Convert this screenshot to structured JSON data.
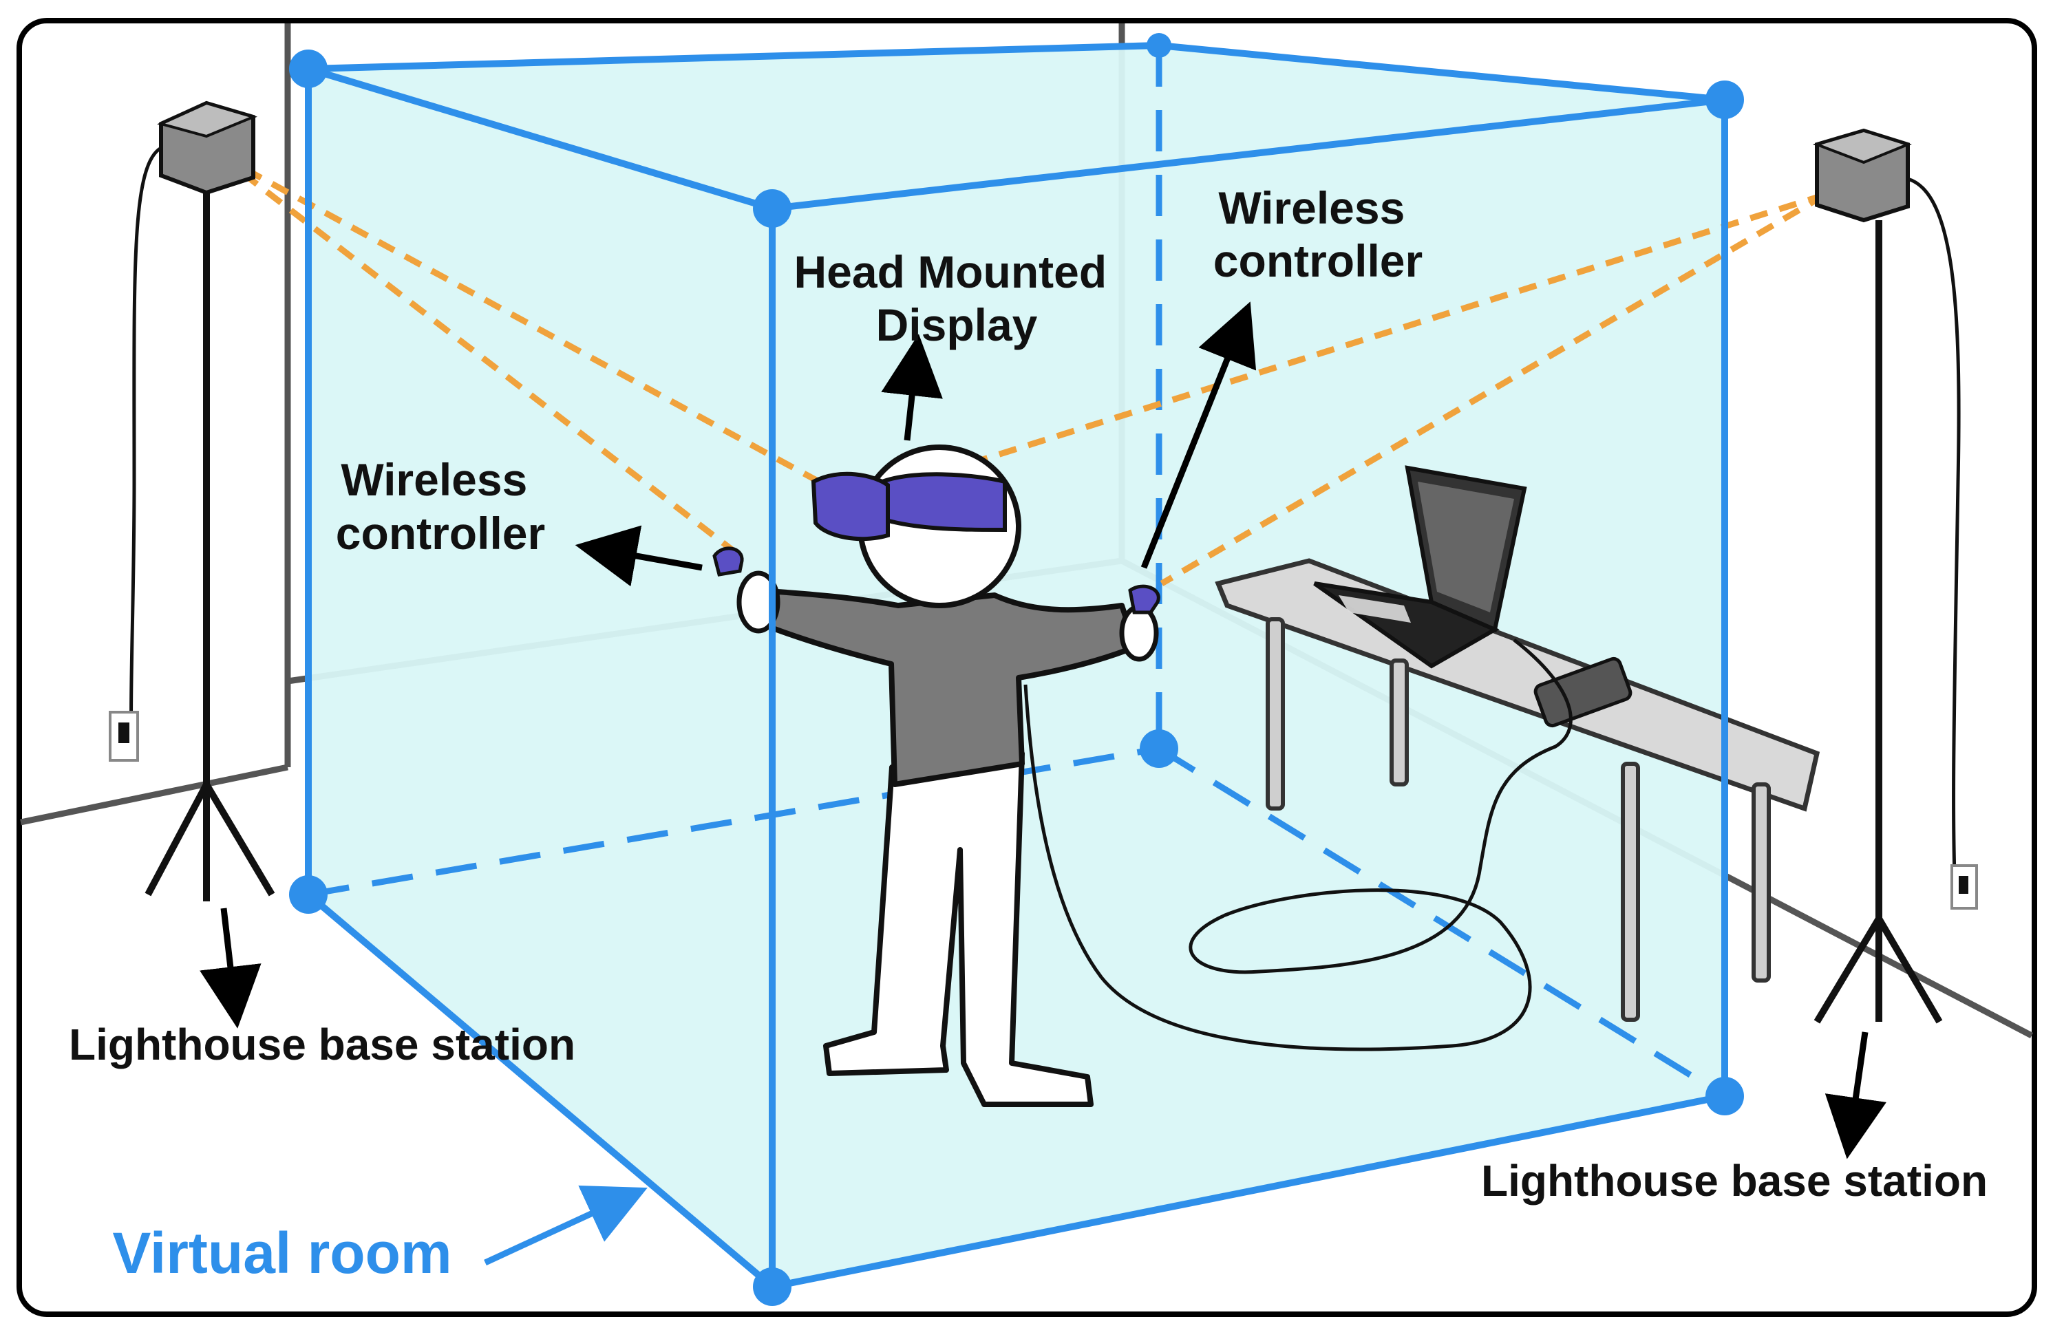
{
  "labels": {
    "hmd": [
      "Head Mounted",
      "Display"
    ],
    "controller_left": [
      "Wireless",
      "controller"
    ],
    "controller_right": [
      "Wireless",
      "controller"
    ],
    "base_left": "Lighthouse base station",
    "base_right": "Lighthouse base station",
    "virtual_room": "Virtual room"
  },
  "colors": {
    "room_fill": "#d9f7f7",
    "room_edge": "#2e8fea",
    "tracking_beam": "#f0a23c",
    "wall_line": "#555555",
    "headset_strap": "#5a4fc4",
    "label_text": "#111111",
    "room_label": "#2e8fea"
  },
  "icons": [
    "base-station-icon",
    "tripod-icon",
    "power-outlet-icon",
    "laptop-icon",
    "table-icon",
    "person-icon",
    "headset-icon",
    "controller-icon",
    "cable-icon"
  ]
}
